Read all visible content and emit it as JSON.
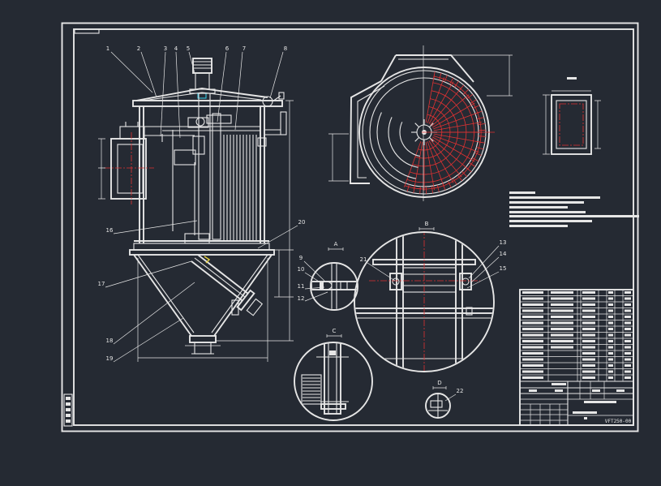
{
  "drawing": {
    "drawing_number": "VFT250-00",
    "part_labels": [
      "1",
      "2",
      "3",
      "4",
      "5",
      "6",
      "7",
      "8",
      "9",
      "10",
      "11",
      "12",
      "13",
      "14",
      "15",
      "16",
      "17",
      "18",
      "19",
      "20",
      "21",
      "22"
    ],
    "section_labels": {
      "view_a": "A",
      "view_b": "B",
      "view_c": "C",
      "view_d": "D"
    },
    "colors": {
      "background": "#252a33",
      "line": "#e6e6e6",
      "centerline": "#e03232",
      "accent_cyan": "#35c8e0",
      "accent_yellow": "#e8d23a"
    }
  }
}
